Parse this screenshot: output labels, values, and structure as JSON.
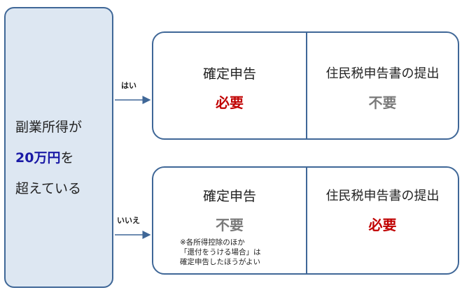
{
  "condition": {
    "line1": "副業所得が",
    "amount": "20万円",
    "line2_suffix": "を",
    "line3": "超えている"
  },
  "branches": [
    {
      "label": "はい",
      "cells": [
        {
          "title": "確定申告",
          "status": "必要",
          "status_color": "#c00000"
        },
        {
          "title": "住民税申告書の提出",
          "status": "不要",
          "status_color": "#7a7a7a"
        }
      ]
    },
    {
      "label": "いいえ",
      "cells": [
        {
          "title": "確定申告",
          "status": "不要",
          "status_color": "#7a7a7a",
          "note": [
            "※各所得控除のほか",
            "「還付をうける場合」は",
            "確定申告したほうがよい"
          ]
        },
        {
          "title": "住民税申告書の提出",
          "status": "必要",
          "status_color": "#c00000"
        }
      ]
    }
  ],
  "colors": {
    "border": "#3f6797",
    "left_fill": "#dde7f2",
    "amount": "#1a1aa6"
  }
}
